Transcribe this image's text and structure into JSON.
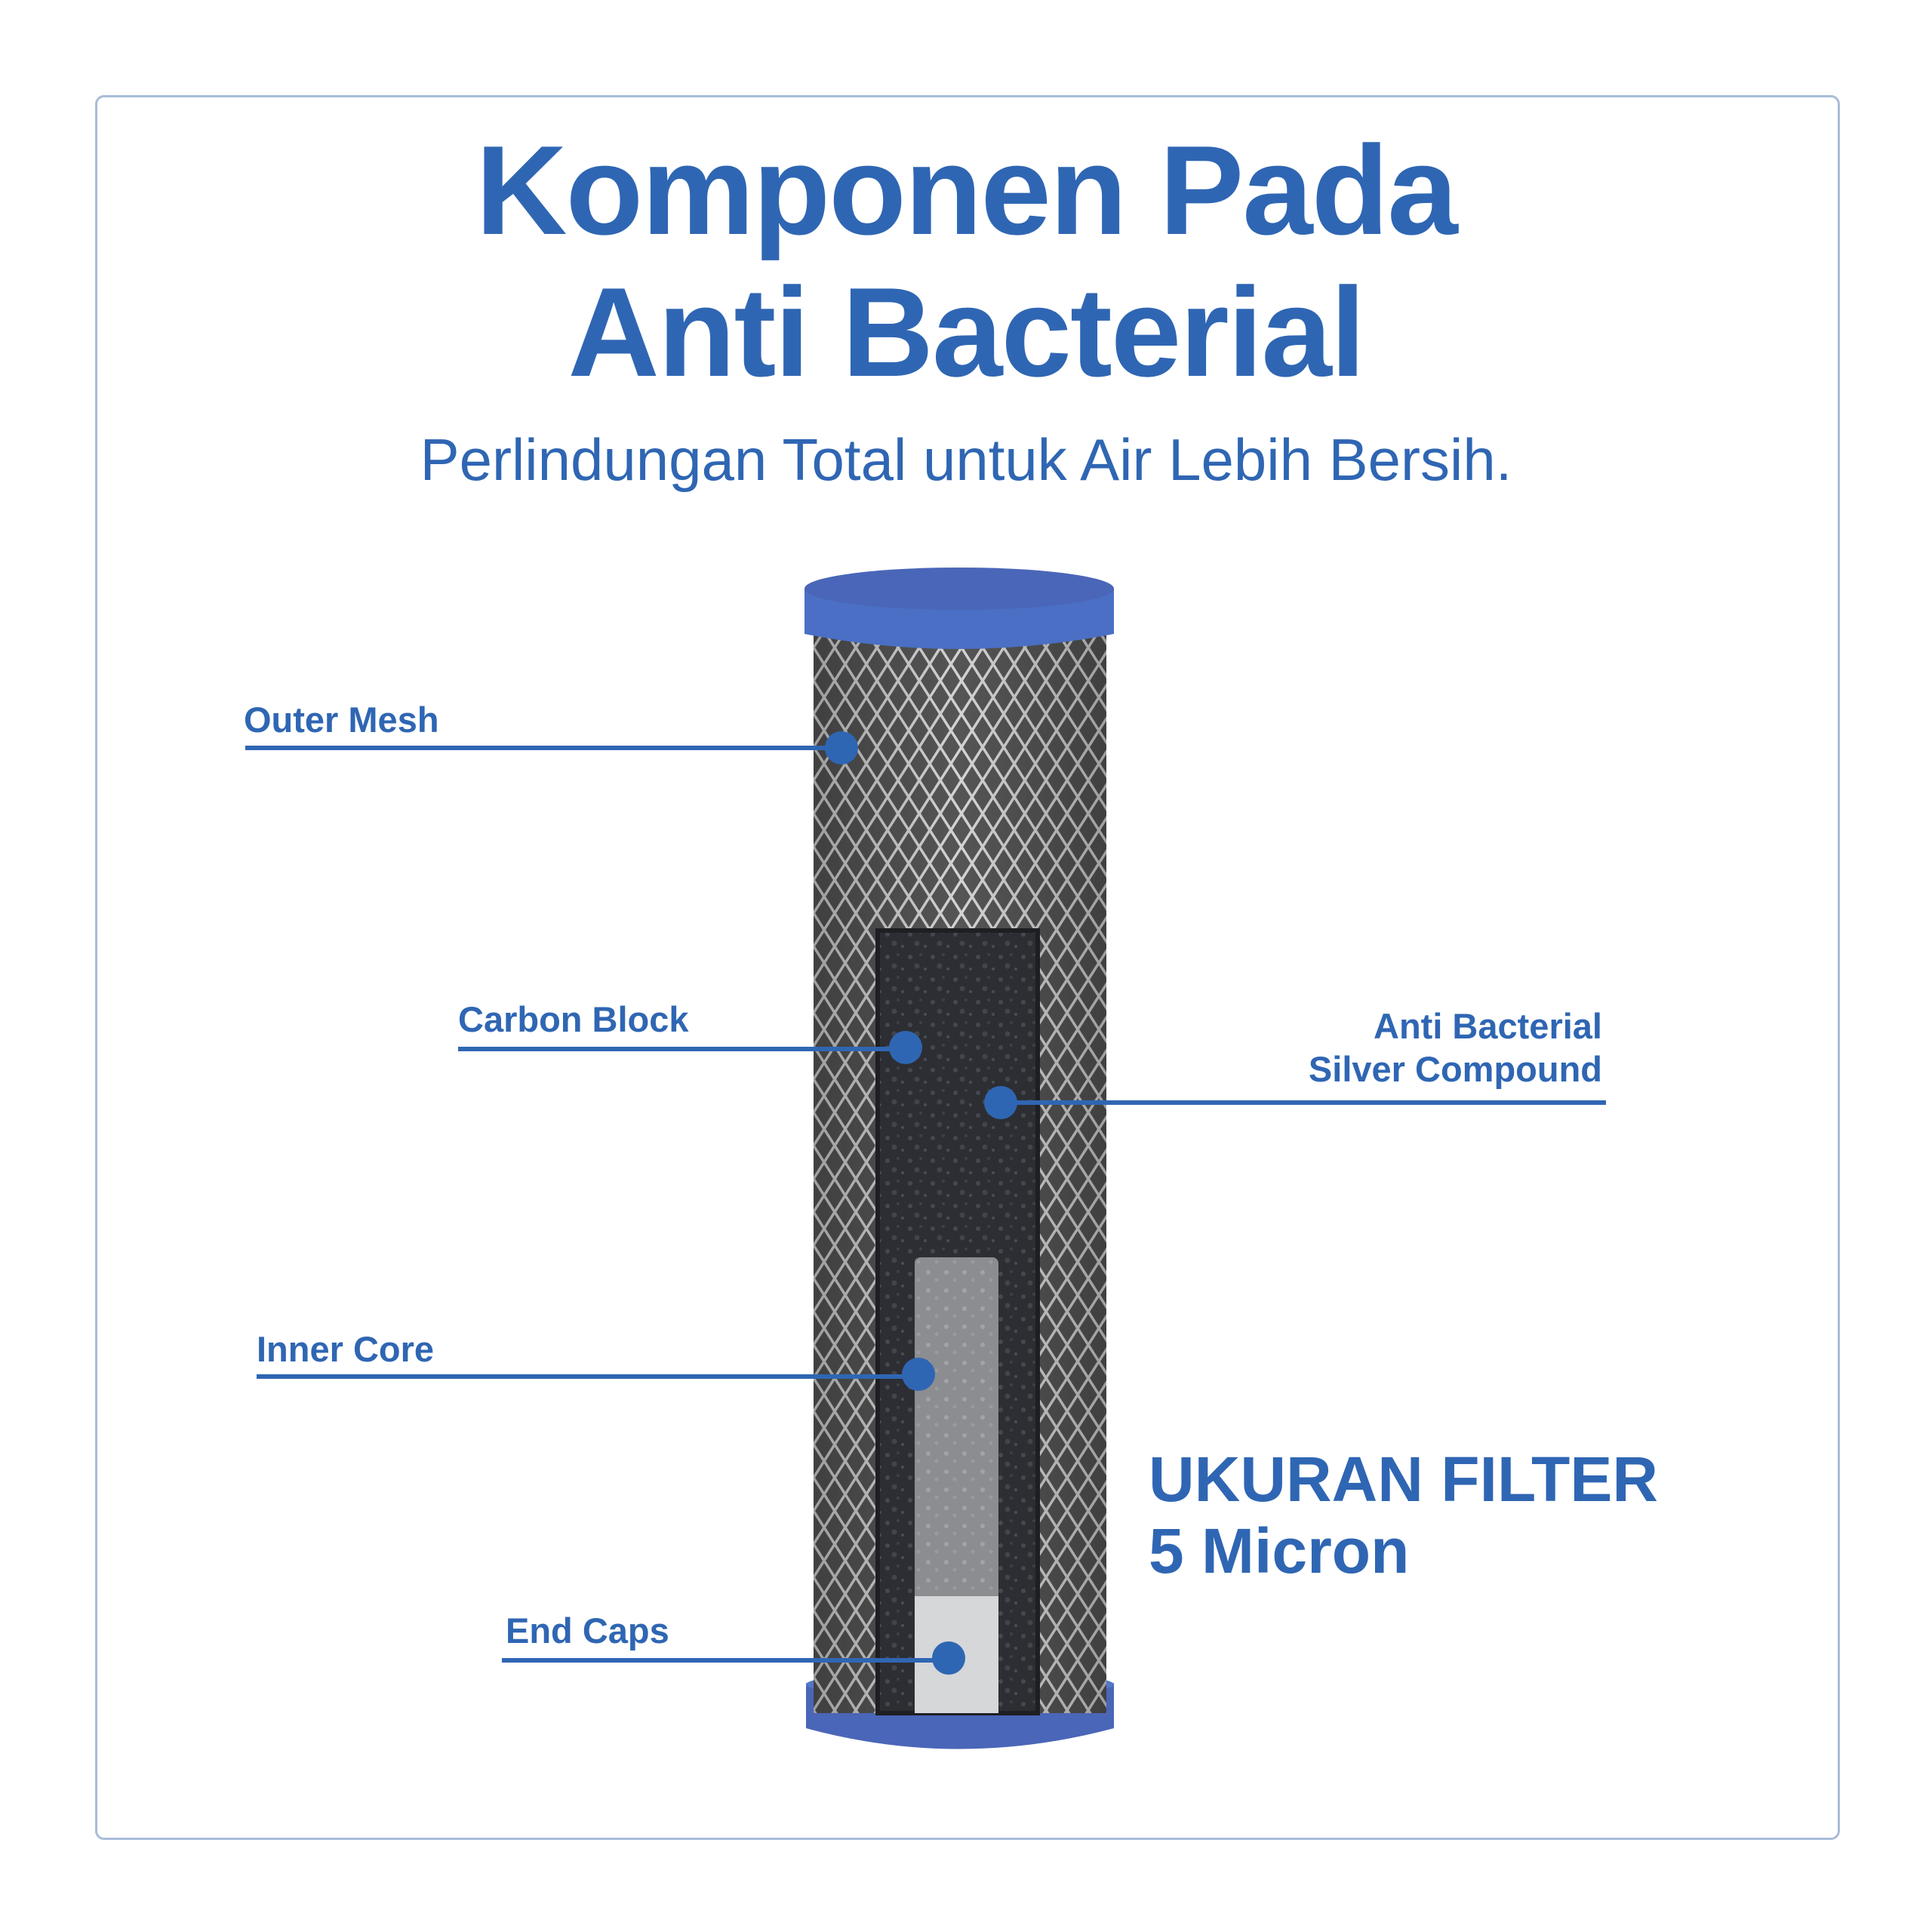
{
  "title": {
    "line1": "Komponen Pada",
    "line2": "Anti Bacterial"
  },
  "subtitle": "Perlindungan Total untuk Air Lebih Bersih.",
  "labels": {
    "outer_mesh": "Outer Mesh",
    "carbon_block": "Carbon Block",
    "anti_bacterial_line1": "Anti Bacterial",
    "anti_bacterial_line2": "Silver Compound",
    "inner_core": "Inner Core",
    "end_caps": "End Caps"
  },
  "filter_size": {
    "label": "UKURAN FILTER",
    "value": "5 Micron"
  },
  "colors": {
    "accent": "#2f66b3",
    "cap": "#4a6fc4",
    "border": "#a9bcd9"
  }
}
